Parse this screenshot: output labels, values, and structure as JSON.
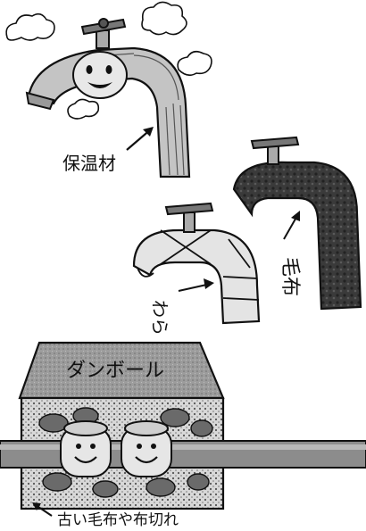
{
  "labels": {
    "insulation": "保温材",
    "blanket": "毛布",
    "straw": "わら",
    "cardboard": "ダンボール",
    "old_cloth": "古い毛布や布切れ"
  },
  "colors": {
    "ink": "#111111",
    "pipe": "#bdbdbd",
    "pipe_light": "#e6e6e6",
    "blanket": "#444444",
    "cardboard": "#8f8f8f",
    "gravel": "#9a9a9a"
  }
}
